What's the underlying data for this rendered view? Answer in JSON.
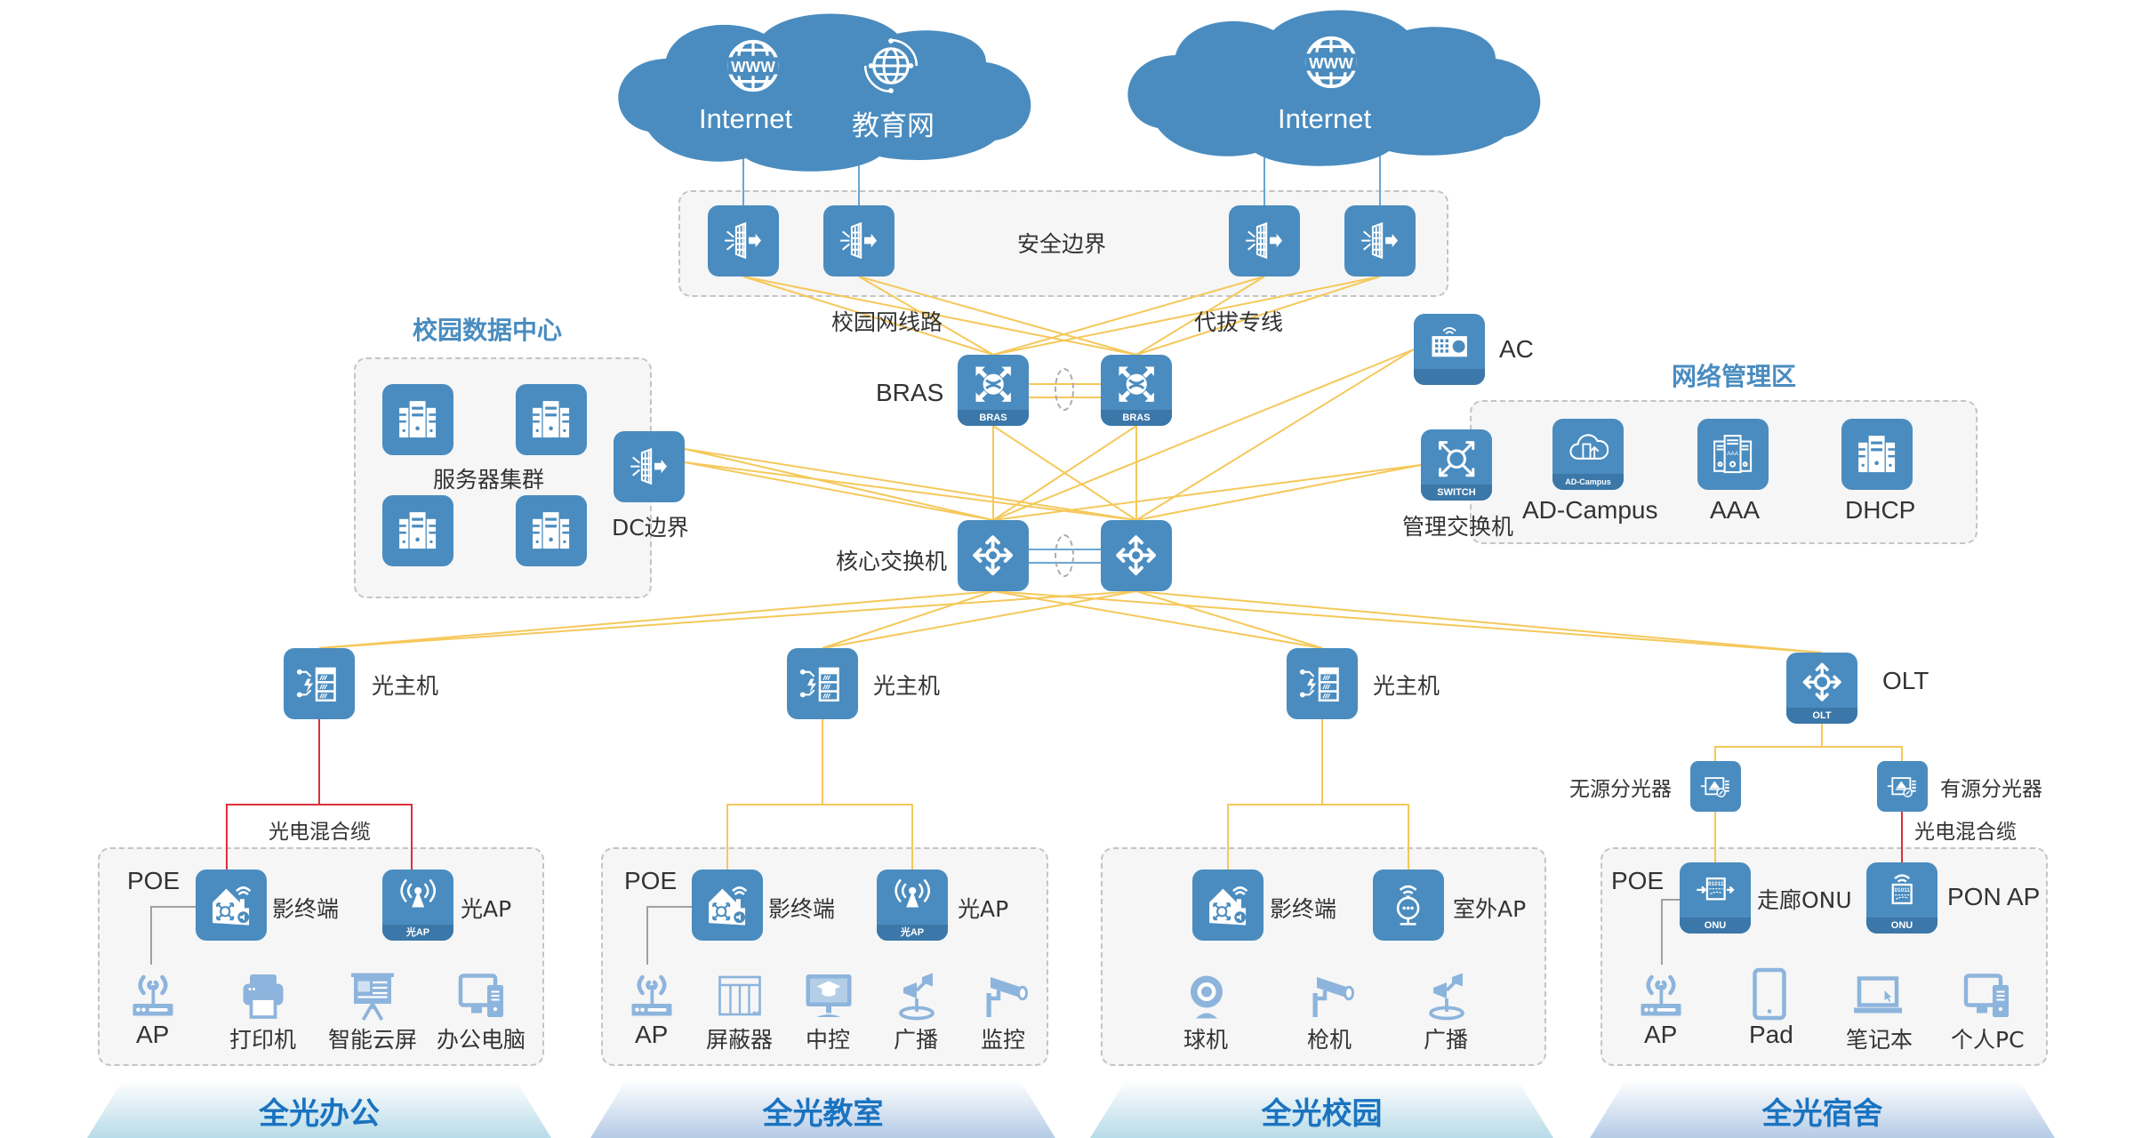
{
  "diagram": {
    "colors": {
      "node": "#4a8cbf",
      "node_tag": "#3b77a8",
      "fiber_link": "#f5c85a",
      "hybrid_cable": "#d9303a",
      "uplink": "#6aa6d4",
      "copper_link": "#a0a0a0",
      "device_icon": "#8db4dc",
      "banner_text": "#1a73c0"
    },
    "clouds": [
      {
        "items": [
          {
            "icon": "www-globe-icon",
            "label": "Internet"
          },
          {
            "icon": "edu-network-globe-icon",
            "label": "教育网"
          }
        ]
      },
      {
        "items": [
          {
            "icon": "www-globe-icon",
            "label": "Internet"
          }
        ]
      }
    ],
    "security_boundary": {
      "label": "安全边界",
      "firewall_count": 4
    },
    "line_labels": {
      "campus_line": "校园网线路",
      "proxy_line": "代拔专线"
    },
    "bras": {
      "label": "BRAS",
      "tag": "BRAS"
    },
    "core": {
      "label": "核心交换机"
    },
    "datacenter": {
      "title": "校园数据中心",
      "cluster_label": "服务器集群",
      "edge_label": "DC边界"
    },
    "ac": {
      "label": "AC"
    },
    "management": {
      "title": "网络管理区",
      "switch_label": "管理交换机",
      "switch_tag": "SWITCH",
      "items": [
        {
          "label": "AD-Campus",
          "tag": "AD-Campus",
          "icon": "cloud-building-icon"
        },
        {
          "label": "AAA",
          "icon": "aaa-server-icon"
        },
        {
          "label": "DHCP",
          "icon": "server-icon"
        }
      ]
    },
    "access": {
      "optical_host_label": "光主机",
      "olt_label": "OLT",
      "olt_tag": "OLT",
      "passive_splitter": "无源分光器",
      "active_splitter": "有源分光器",
      "hybrid_cable_label": "光电混合缆"
    },
    "zones": [
      {
        "banner": "全光办公",
        "poe_label": "POE",
        "terminals": [
          {
            "label": "影终端",
            "icon": "terminal-house-icon"
          },
          {
            "label": "光AP",
            "icon": "optical-ap-icon",
            "tag": "光AP"
          }
        ],
        "devices": [
          {
            "label": "AP",
            "icon": "wifi-router-icon"
          },
          {
            "label": "打印机",
            "icon": "printer-icon"
          },
          {
            "label": "智能云屏",
            "icon": "smart-screen-icon"
          },
          {
            "label": "办公电脑",
            "icon": "desktop-pc-icon"
          }
        ]
      },
      {
        "banner": "全光教室",
        "poe_label": "POE",
        "terminals": [
          {
            "label": "影终端",
            "icon": "terminal-house-icon"
          },
          {
            "label": "光AP",
            "icon": "optical-ap-icon",
            "tag": "光AP"
          }
        ],
        "devices": [
          {
            "label": "AP",
            "icon": "wifi-router-icon"
          },
          {
            "label": "屏蔽器",
            "icon": "shield-box-icon"
          },
          {
            "label": "中控",
            "icon": "central-control-icon"
          },
          {
            "label": "广播",
            "icon": "broadcast-speaker-icon"
          },
          {
            "label": "监控",
            "icon": "cctv-camera-icon"
          }
        ]
      },
      {
        "banner": "全光校园",
        "terminals": [
          {
            "label": "影终端",
            "icon": "terminal-house-icon"
          },
          {
            "label": "室外AP",
            "icon": "outdoor-ap-icon"
          }
        ],
        "devices": [
          {
            "label": "球机",
            "icon": "dome-camera-icon"
          },
          {
            "label": "枪机",
            "icon": "cctv-camera-icon"
          },
          {
            "label": "广播",
            "icon": "broadcast-speaker-icon"
          }
        ]
      },
      {
        "banner": "全光宿舍",
        "poe_label": "POE",
        "terminals": [
          {
            "label": "走廊ONU",
            "icon": "onu-icon",
            "tag": "ONU"
          },
          {
            "label": "PON AP",
            "icon": "pon-ap-icon",
            "tag": "ONU"
          }
        ],
        "devices": [
          {
            "label": "AP",
            "icon": "wifi-router-icon"
          },
          {
            "label": "Pad",
            "icon": "tablet-icon"
          },
          {
            "label": "笔记本",
            "icon": "laptop-icon"
          },
          {
            "label": "个人PC",
            "icon": "desktop-pc-icon"
          }
        ]
      }
    ]
  }
}
